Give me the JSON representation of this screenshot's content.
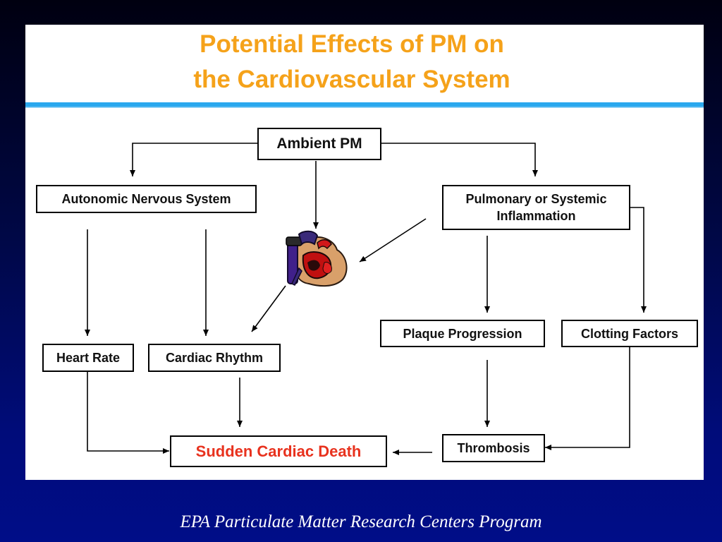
{
  "slide": {
    "title_line1": "Potential Effects of PM on",
    "title_line2": "the Cardiovascular System",
    "footer": "EPA Particulate Matter Research Centers Program"
  },
  "nodes": {
    "ambient_pm": "Ambient PM",
    "autonomic": "Autonomic Nervous System",
    "inflammation_line1": "Pulmonary or Systemic",
    "inflammation_line2": "Inflammation",
    "heart_rate": "Heart Rate",
    "cardiac_rhythm": "Cardiac Rhythm",
    "plaque": "Plaque Progression",
    "clotting": "Clotting Factors",
    "thrombosis": "Thrombosis",
    "sudden_death": "Sudden Cardiac Death"
  },
  "colors": {
    "title": "#f5a21a",
    "outcome": "#e8321e",
    "divider": "#2aa8ee",
    "background": "#000d88"
  },
  "icons": {
    "heart": "heart-icon"
  }
}
